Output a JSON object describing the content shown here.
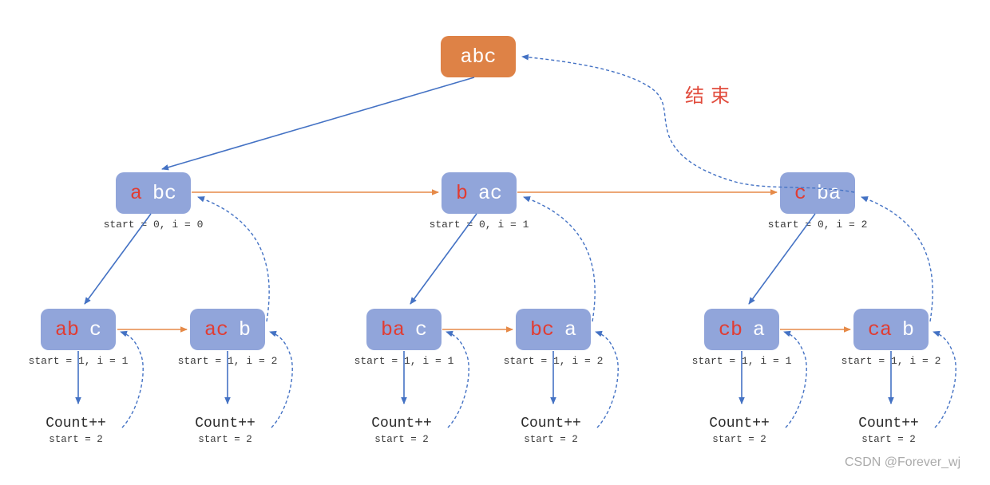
{
  "diagram": {
    "title_hint": "string permutation backtracking tree for abc",
    "root": {
      "label": "abc"
    },
    "end_label": "结束",
    "watermark": "CSDN @Forever_wj",
    "level1": [
      {
        "red": "a",
        "rest": "bc",
        "caption": "start = 0, i = 0"
      },
      {
        "red": "b",
        "rest": "ac",
        "caption": "start = 0, i = 1"
      },
      {
        "red": "c",
        "rest": "ba",
        "caption": "start = 0, i = 2"
      }
    ],
    "level2": [
      {
        "red": "ab",
        "rest": "c",
        "caption": "start = 1, i = 1"
      },
      {
        "red": "ac",
        "rest": "b",
        "caption": "start = 1, i = 2"
      },
      {
        "red": "ba",
        "rest": "c",
        "caption": "start = 1, i = 1"
      },
      {
        "red": "bc",
        "rest": "a",
        "caption": "start = 1, i = 2"
      },
      {
        "red": "cb",
        "rest": "a",
        "caption": "start = 1, i = 1"
      },
      {
        "red": "ca",
        "rest": "b",
        "caption": "start = 1, i = 2"
      }
    ],
    "leaves": [
      {
        "label": "Count++",
        "caption": "start = 2"
      },
      {
        "label": "Count++",
        "caption": "start = 2"
      },
      {
        "label": "Count++",
        "caption": "start = 2"
      },
      {
        "label": "Count++",
        "caption": "start = 2"
      },
      {
        "label": "Count++",
        "caption": "start = 2"
      },
      {
        "label": "Count++",
        "caption": "start = 2"
      }
    ],
    "colors": {
      "root_box": "#DE8246",
      "node_box": "#91A5DA",
      "red_letter": "#E13C32",
      "arrow_blue": "#4472C4",
      "arrow_orange": "#E68A48",
      "end_label_red": "#E14B3C",
      "caption_text": "#3b3b3b",
      "watermark_gray": "#ababab"
    }
  }
}
